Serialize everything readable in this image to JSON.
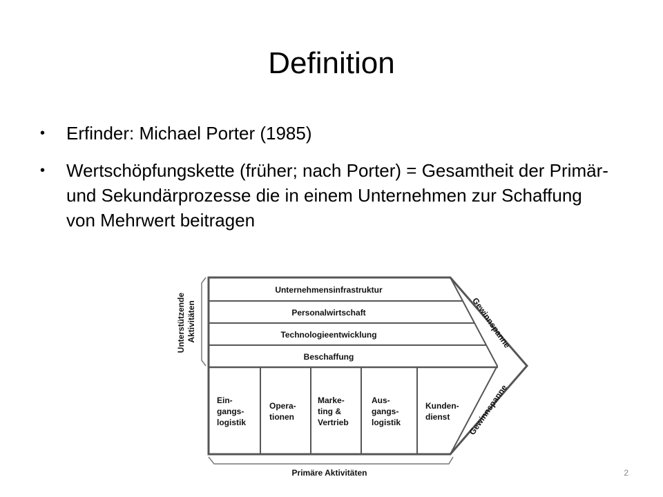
{
  "slide": {
    "title": "Definition",
    "bullets": [
      "Erfinder: Michael Porter (1985)",
      "Wertschöpfungskette (früher; nach Porter) = Gesamtheit der Primär- und Sekundärprozesse die in einem Unternehmen zur Schaffung von Mehrwert beitragen"
    ],
    "bullet_glyph": "•",
    "page_number": "2"
  },
  "diagram": {
    "support_label": [
      "Unterstützende",
      "Aktivitäten"
    ],
    "support_activities": [
      "Unternehmensinfrastruktur",
      "Personalwirtschaft",
      "Technologieentwicklung",
      "Beschaffung"
    ],
    "primary_activities": [
      [
        "Ein-",
        "gangs-",
        "logistik"
      ],
      [
        "Opera-",
        "tionen"
      ],
      [
        "Marke-",
        "ting &",
        "Vertrieb"
      ],
      [
        "Aus-",
        "gangs-",
        "logistik"
      ],
      [
        "Kunden-",
        "dienst"
      ]
    ],
    "primary_label": "Primäre Aktivitäten",
    "margin_label": "Gewinnspanne",
    "colors": {
      "stroke": "#555555",
      "fill": "#ffffff",
      "text": "#111111"
    }
  }
}
